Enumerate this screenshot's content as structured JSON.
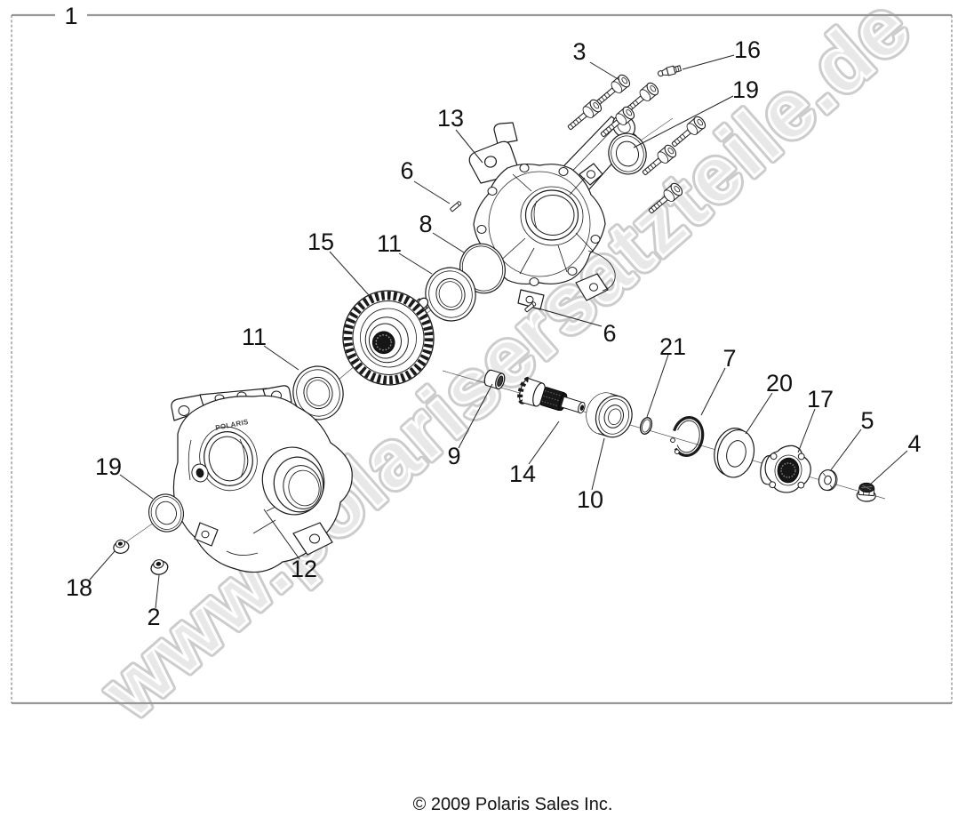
{
  "frame": {
    "label": "1"
  },
  "watermark": {
    "text": "www.polarisersatzteile.de"
  },
  "footer": {
    "copyright": "© 2009 Polaris Sales Inc."
  },
  "housing": {
    "embossed_text": "POLARIS"
  },
  "callouts": {
    "n1": "1",
    "n2": "2",
    "n3": "3",
    "n4": "4",
    "n5": "5",
    "n6a": "6",
    "n6b": "6",
    "n7": "7",
    "n8": "8",
    "n9": "9",
    "n10": "10",
    "n11a": "11",
    "n11b": "11",
    "n12": "12",
    "n13": "13",
    "n14": "14",
    "n15": "15",
    "n16": "16",
    "n17": "17",
    "n18": "18",
    "n19a": "19",
    "n19b": "19",
    "n20": "20",
    "n21": "21"
  },
  "colors": {
    "line": "#1a1a1a",
    "border": "#979797",
    "watermark_fill": "#e8e8e8",
    "watermark_edge": "#cccccc",
    "text": "#111111"
  }
}
